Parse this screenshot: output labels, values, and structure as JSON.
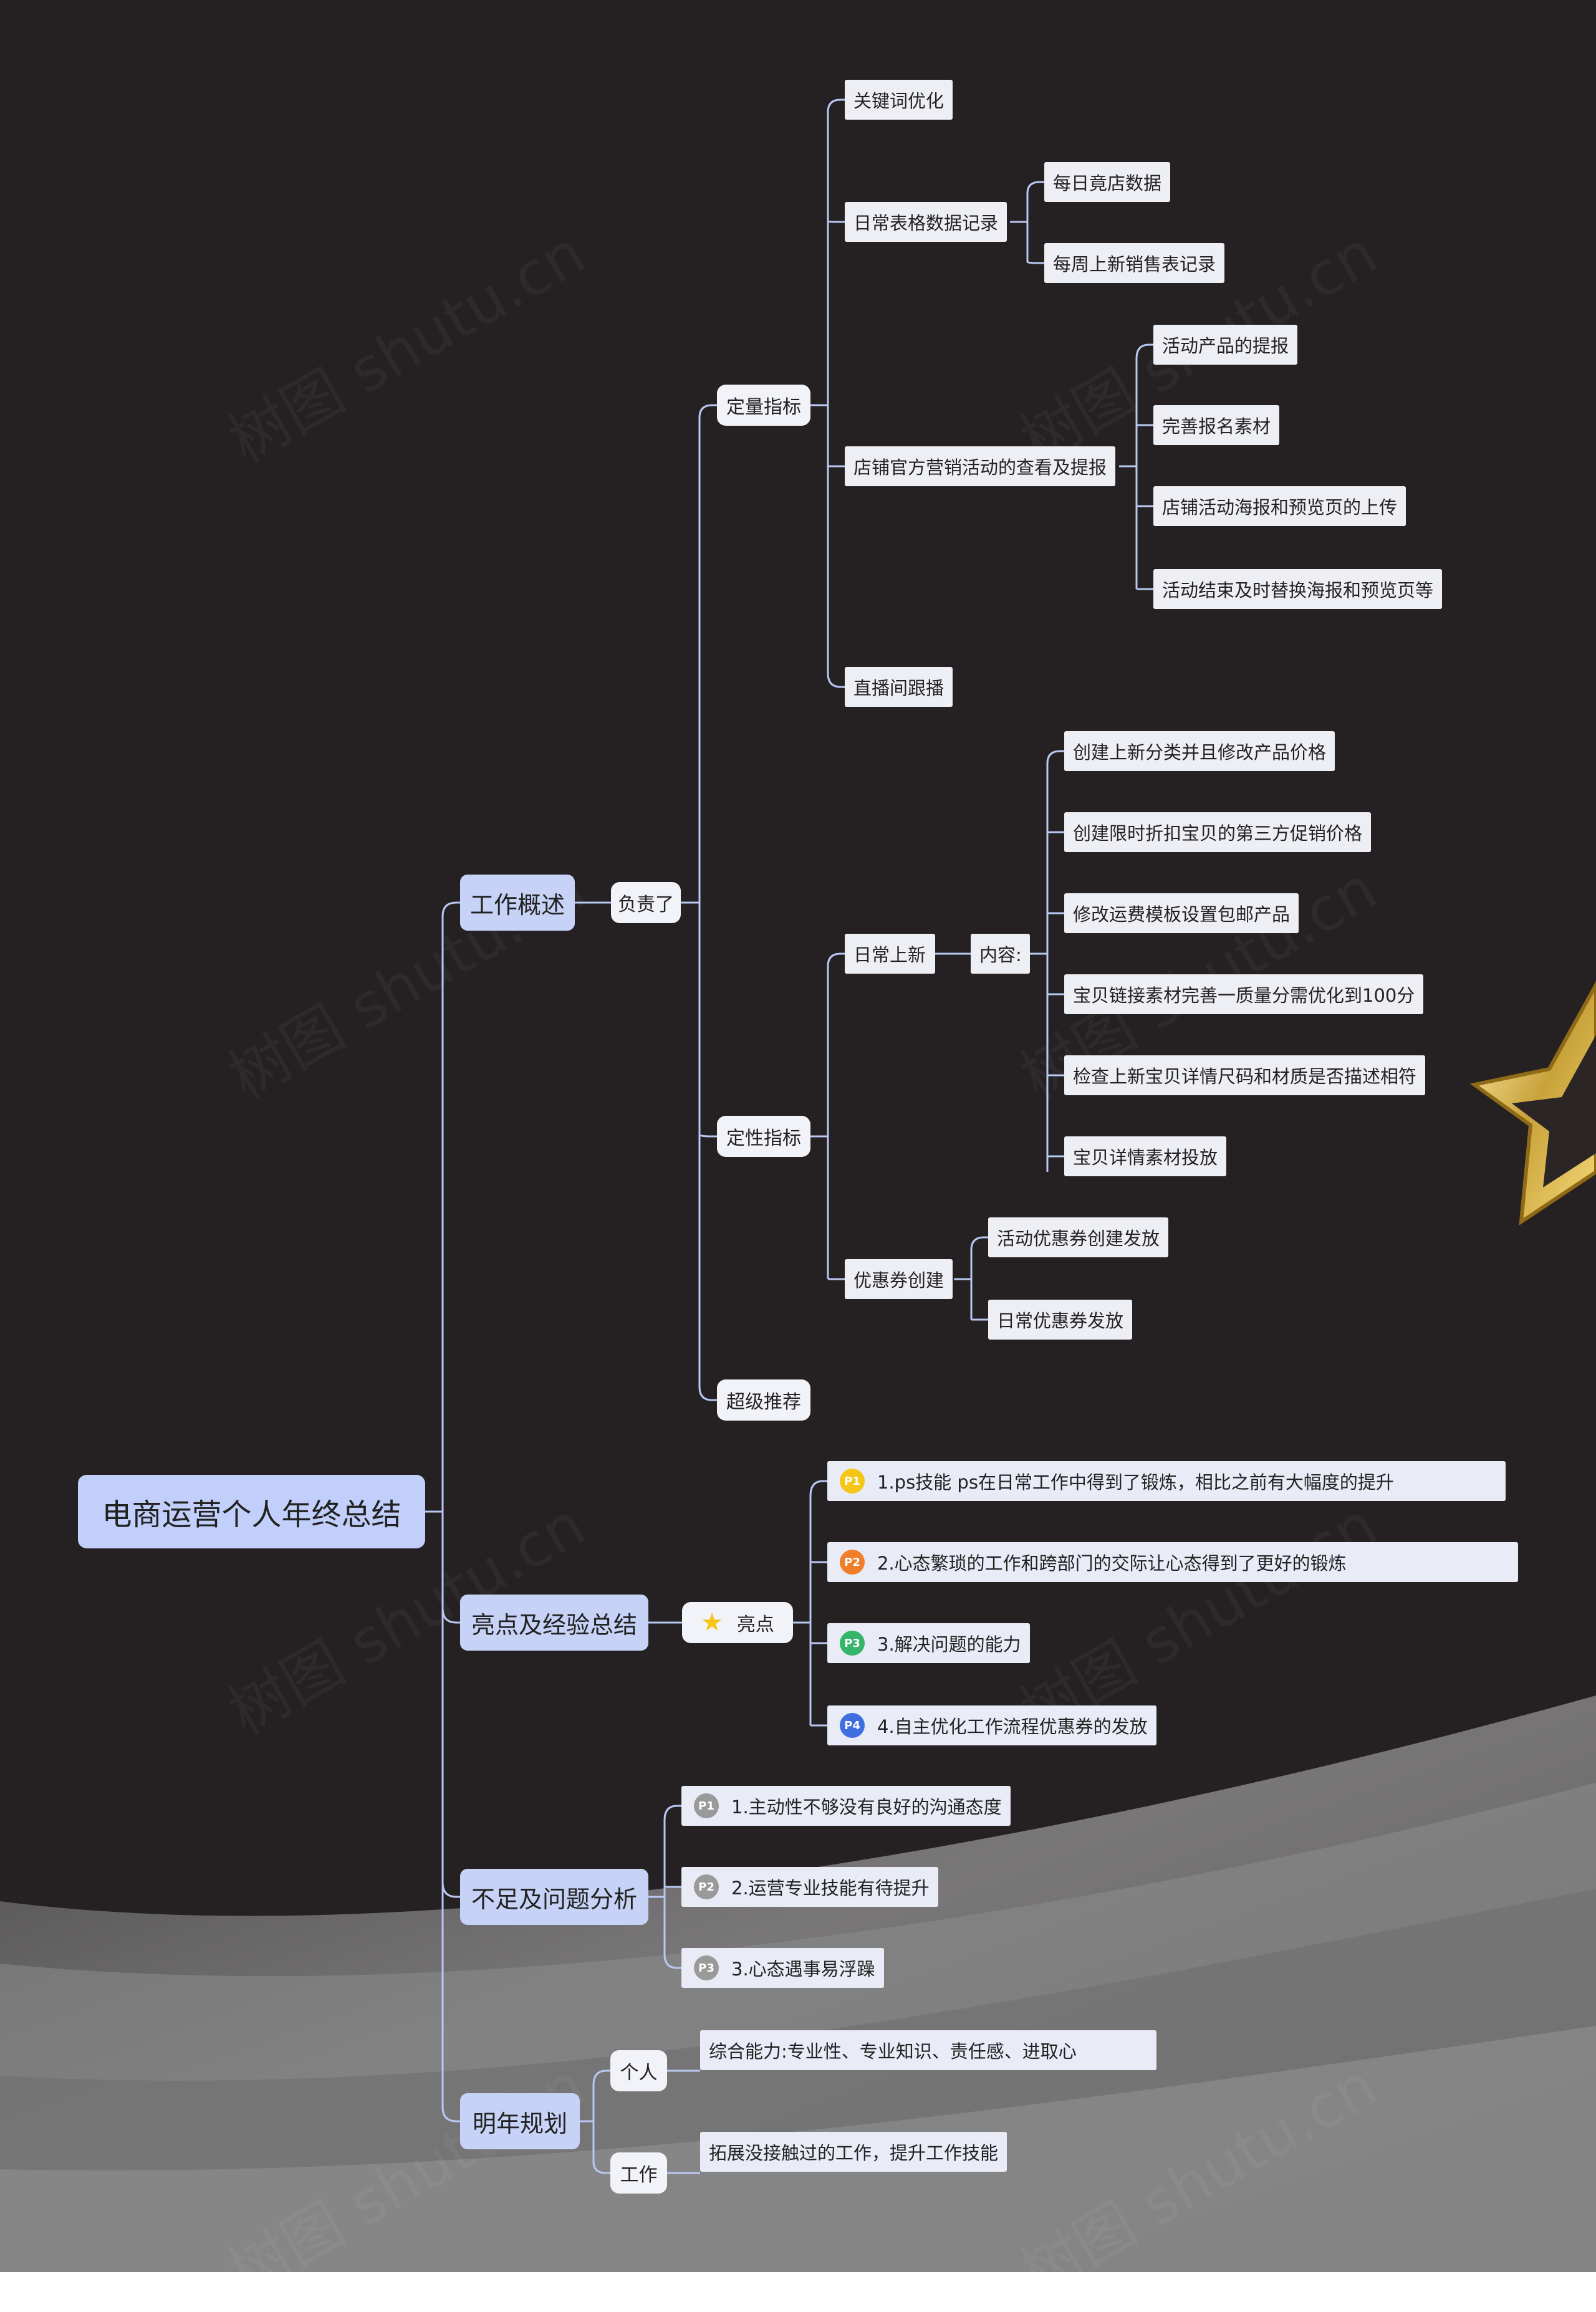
{
  "root": {
    "label": "电商运营个人年终总结"
  },
  "branches": {
    "work": {
      "label": "工作概述",
      "connector": "负责了",
      "quantitative": {
        "label": "定量指标",
        "keyword": "关键词优化",
        "table_record": {
          "label": "日常表格数据记录",
          "items": [
            "每日竟店数据",
            "每周上新销售表记录"
          ]
        },
        "official_activity": {
          "label": "店铺官方营销活动的查看及提报",
          "items": [
            "活动产品的提报",
            "完善报名素材",
            "店铺活动海报和预览页的上传",
            "活动结束及时替换海报和预览页等"
          ]
        },
        "live": "直播间跟播"
      },
      "qualitative": {
        "label": "定性指标",
        "new_listing": {
          "label": "日常上新",
          "content_label": "内容:",
          "items": [
            "创建上新分类并且修改产品价格",
            "创建限时折扣宝贝的第三方促销价格",
            "修改运费模板设置包邮产品",
            "宝贝链接素材完善一质量分需优化到100分",
            "检查上新宝贝详情尺码和材质是否描述相符",
            "宝贝详情素材投放"
          ]
        },
        "coupon": {
          "label": "优惠券创建",
          "items": [
            "活动优惠券创建发放",
            "日常优惠券发放"
          ]
        }
      },
      "super_recommend": "超级推荐"
    },
    "highlights": {
      "label": "亮点及经验总结",
      "connector": "亮点",
      "items": [
        {
          "badge": "P1",
          "text": "1.ps技能 ps在日常工作中得到了锻炼，相比之前有大幅度的提升"
        },
        {
          "badge": "P2",
          "text": "2.心态繁琐的工作和跨部门的交际让心态得到了更好的锻炼"
        },
        {
          "badge": "P3",
          "text": "3.解决问题的能力"
        },
        {
          "badge": "P4",
          "text": "4.自主优化工作流程优惠券的发放"
        }
      ]
    },
    "problems": {
      "label": "不足及问题分析",
      "items": [
        {
          "badge": "P1",
          "text": "1.主动性不够没有良好的沟通态度"
        },
        {
          "badge": "P2",
          "text": "2.运营专业技能有待提升"
        },
        {
          "badge": "P3",
          "text": "3.心态遇事易浮躁"
        }
      ]
    },
    "plan": {
      "label": "明年规划",
      "personal": {
        "label": "个人",
        "text": "综合能力:专业性、专业知识、责任感、进取心"
      },
      "work": {
        "label": "工作",
        "text": "拓展没接触过的工作，提升工作技能"
      }
    }
  },
  "watermark": "树图 shutu.cn",
  "colors": {
    "background": "#252122",
    "line": "#b9c8f3",
    "p1": "#f5c518",
    "p2": "#f07e2a",
    "p3": "#35b56a",
    "p4": "#3f6ee0",
    "muted": "#9a9a9a"
  }
}
